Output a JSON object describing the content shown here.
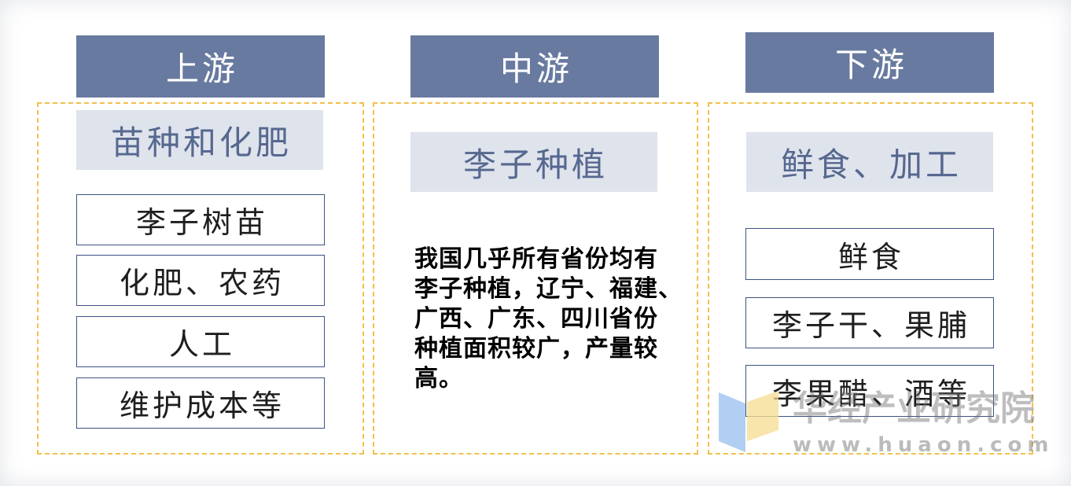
{
  "columns": [
    {
      "header": "上游",
      "subheader": "苗种和化肥",
      "items": [
        "李子树苗",
        "化肥、农药",
        "人工",
        "维护成本等"
      ]
    },
    {
      "header": "中游",
      "subheader": "李子种植",
      "description_lines": [
        "我国几乎所有省份均有",
        "李子种植，辽宁、福建、",
        "广西、广东、四川省份",
        "种植面积较广，产量较",
        "高。"
      ]
    },
    {
      "header": "下游",
      "subheader": "鲜食、加工",
      "items": [
        "鲜食",
        "李子干、果脯",
        "李果醋、酒等"
      ]
    }
  ],
  "watermark": {
    "logo_icon": "huaon-logo-icon",
    "name": "华经产业研究院",
    "url": "www.huaon.com"
  },
  "colors": {
    "header_bg": "#687a9f",
    "header_text": "#ffffff",
    "subheader_bg": "#dfe3ec",
    "subheader_text": "#56688f",
    "item_border": "#3d5384",
    "item_text": "#1e1e1e",
    "panel_dash": "#f2c04a",
    "description_text": "#000000"
  }
}
